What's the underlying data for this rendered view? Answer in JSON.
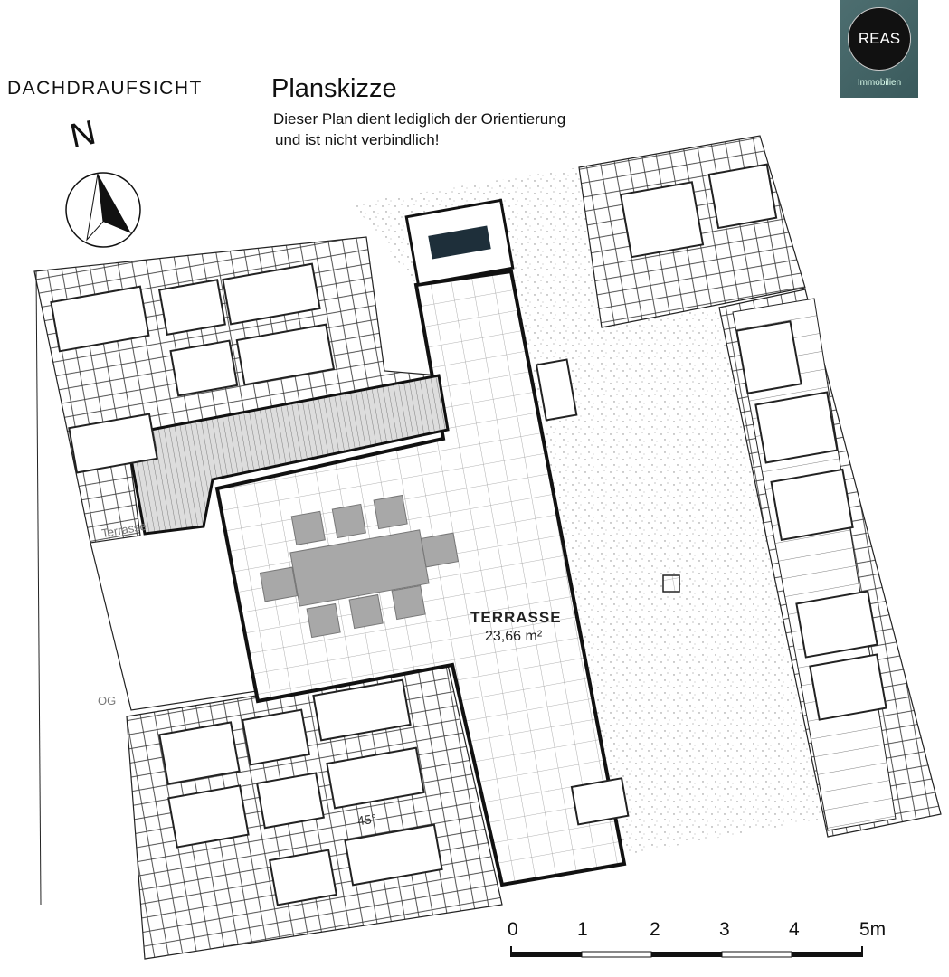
{
  "header": {
    "view_label": "DACHDRAUFSICHT",
    "north_label": "N",
    "title": "Planskizze",
    "subtitle_line1": "Dieser Plan dient lediglich der Orientierung",
    "subtitle_line2": "und ist nicht verbindlich!"
  },
  "logo": {
    "name": "REAS",
    "sub": "Immobilien"
  },
  "plan": {
    "terrace_label": "TERRASSE",
    "terrace_area": "23,66 m²",
    "angle_label": "45°",
    "terrace_side_label": "Terrasse",
    "floor_label": "OG"
  },
  "scale": {
    "labels": [
      "0",
      "1",
      "2",
      "3",
      "4",
      "5m"
    ]
  },
  "colors": {
    "logo_bg": "#43656a",
    "furniture": "#a8a8a8",
    "skylight": "#1e2f3a"
  }
}
